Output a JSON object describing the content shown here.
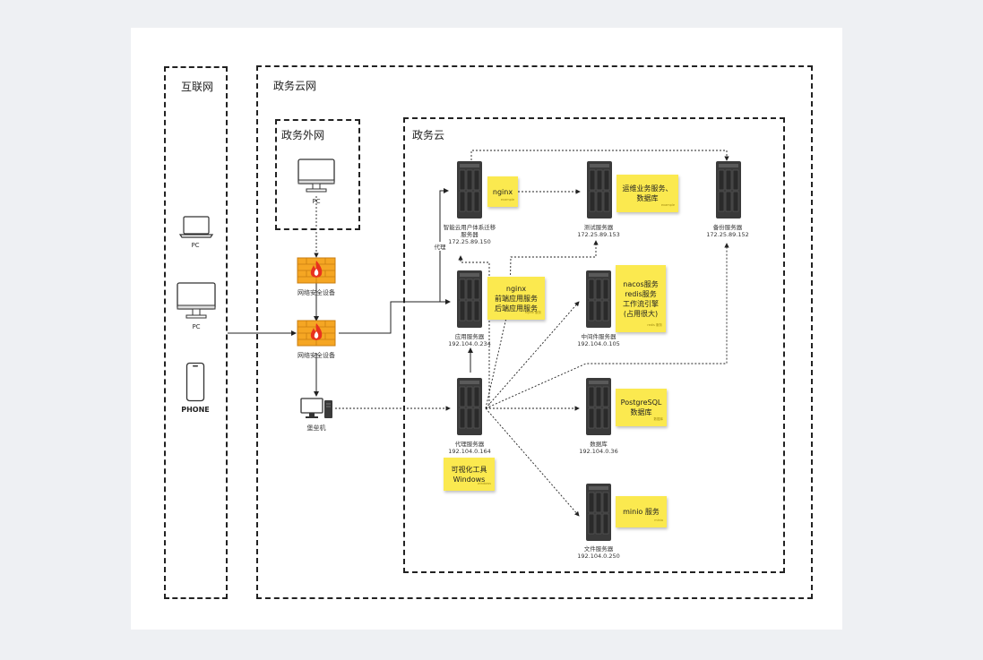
{
  "zones": {
    "internet": "互联网",
    "gov_cloud_network": "政务云网",
    "gov_external_network": "政务外网",
    "gov_cloud": "政务云"
  },
  "internet_devices": {
    "laptop_label": "PC",
    "desktop_label": "PC",
    "phone_label": "PHONE"
  },
  "external": {
    "pc_label": "PC",
    "firewall_top_label": "网络安全设备",
    "firewall_bottom_label": "网络安全设备",
    "bastion_label": "堡垒机"
  },
  "servers": {
    "gateway": {
      "label_line1": "智能云用户体系迁移",
      "label_line2": "服务器",
      "ip": "172.25.89.150"
    },
    "test": {
      "label": "测试服务器",
      "ip": "172.25.89.153"
    },
    "backup": {
      "label": "备份服务器",
      "ip": "172.25.89.152"
    },
    "app": {
      "label": "应用服务器",
      "ip": "192.104.0.234"
    },
    "middleware": {
      "label": "中间件服务器",
      "ip": "192.104.0.105"
    },
    "proxy": {
      "label": "代理服务器",
      "ip": "192.104.0.164"
    },
    "database": {
      "label": "数据库",
      "ip": "192.104.0.36"
    },
    "file": {
      "label": "文件服务器",
      "ip": "192.104.0.250"
    }
  },
  "edge_labels": {
    "proxy": "代理"
  },
  "notes": {
    "nginx_top": {
      "text": "nginx",
      "tag": "example"
    },
    "ops": {
      "text": "运维业务服务、\n数据库",
      "tag": "example"
    },
    "nginx_app": {
      "text": "nginx\n前端应用服务\n后端应用服务",
      "tag": "nginx 服务"
    },
    "nacos": {
      "text": "nacos服务\nredis服务\n工作流引擎\n(占用很大)",
      "tag": "redis 服务"
    },
    "visual_tool": {
      "text": "可视化工具\nWindows",
      "tag": "windows"
    },
    "postgres": {
      "text": "PostgreSQL\n数据库",
      "tag": "数据库"
    },
    "minio": {
      "text": "minio 服务",
      "tag": "minio"
    }
  },
  "colors": {
    "note_yellow": "#fbe94f",
    "firewall_orange": "#f5a623",
    "server_dark": "#3a3a3a"
  }
}
